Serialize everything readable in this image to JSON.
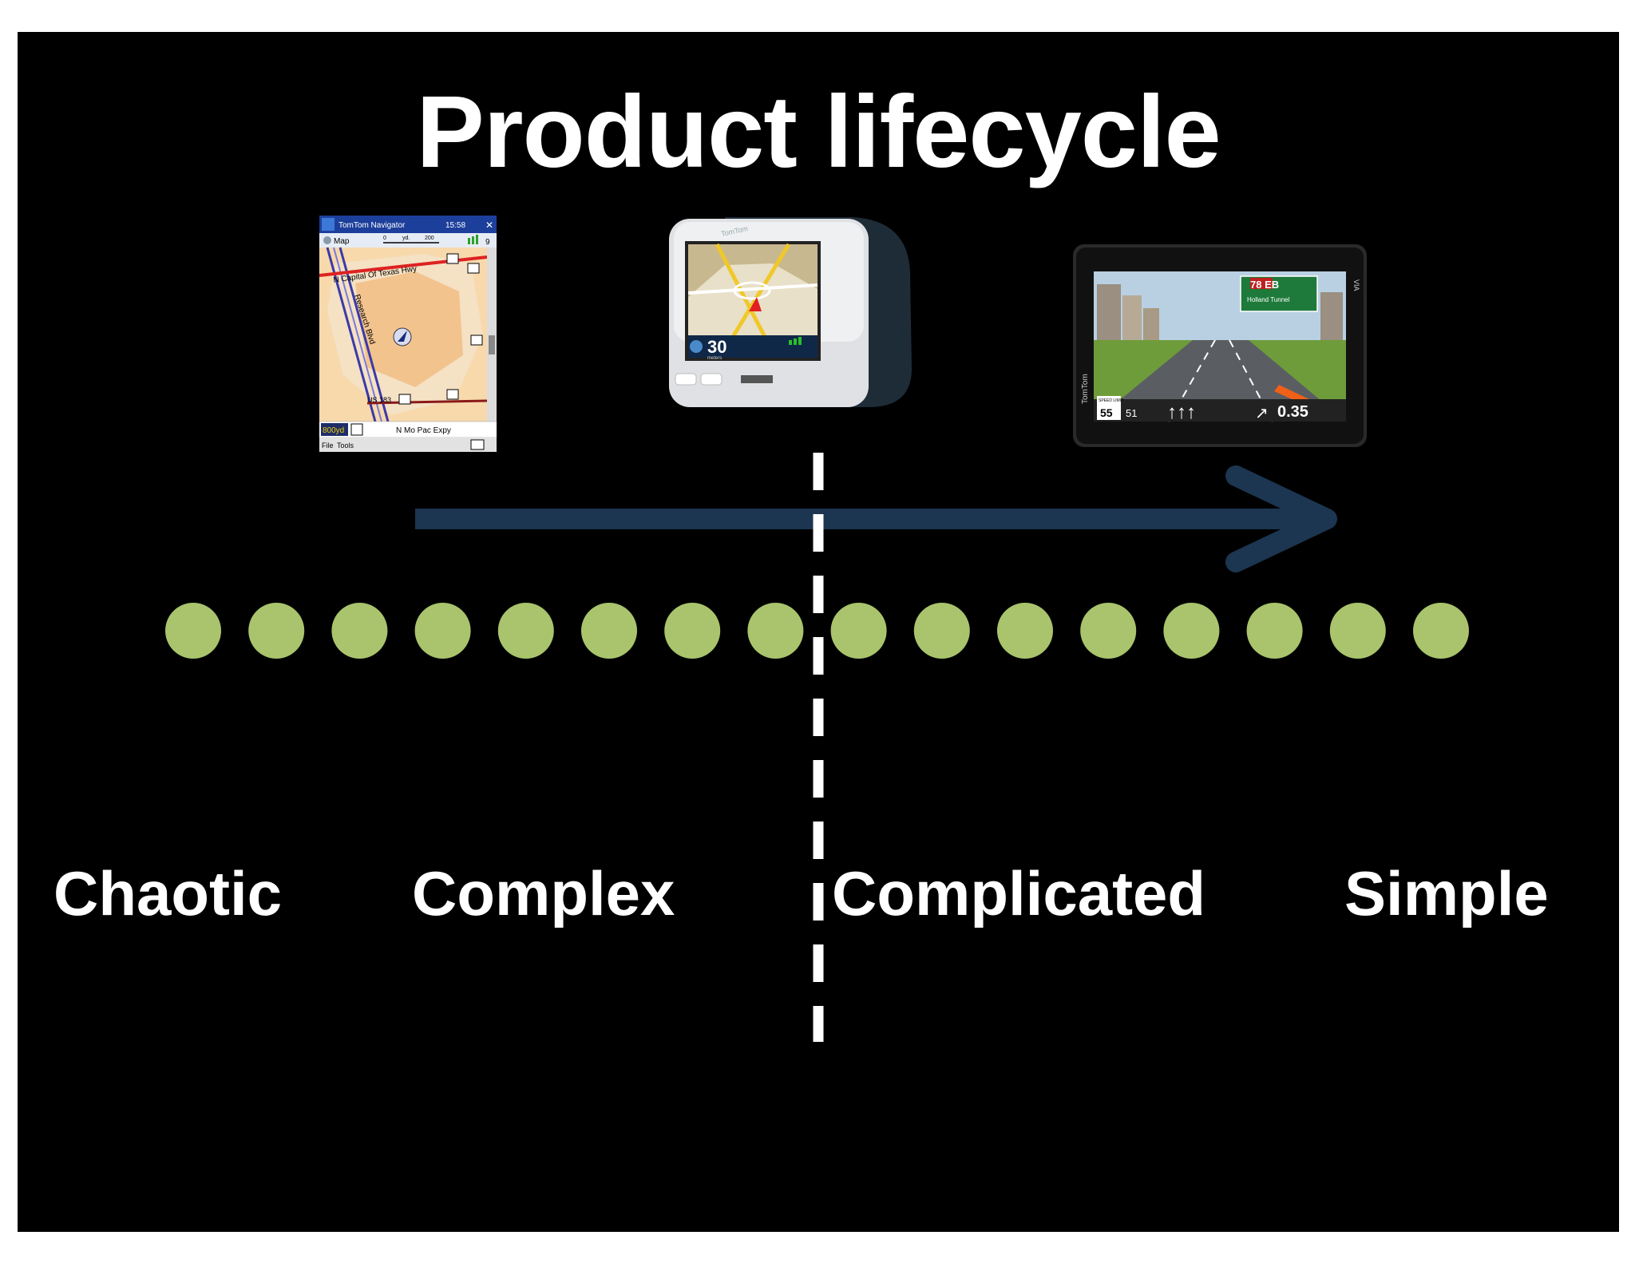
{
  "slide": {
    "title": "Product lifecycle",
    "phases": [
      "Chaotic",
      "Complex",
      "Complicated",
      "Simple"
    ],
    "dot_count": 16,
    "colors": {
      "background": "#000000",
      "text": "#ffffff",
      "dots": "#a9c46c",
      "arrow": "#1c3550",
      "divider": "#ffffff"
    }
  },
  "devices": {
    "pda": {
      "app_title": "TomTom Navigator",
      "clock": "15:58",
      "map_menu": "Map",
      "scale_labels": [
        "0",
        "yd.",
        "200"
      ],
      "signal": "9",
      "roads": [
        "N Capital Of Texas Hwy",
        "Research Blvd",
        "US 183"
      ],
      "distance": "800yd",
      "street": "N Mo Pac Expy",
      "menu": [
        "File",
        "Tools"
      ]
    },
    "go_classic": {
      "brand": "TomTom",
      "speed": "30",
      "speed_unit": "meters"
    },
    "via": {
      "brand": "TomTom",
      "model": "VIA",
      "sign_number": "78 EB",
      "sign_text": "Holland Tunnel",
      "speed_limit_label": "SPEED LIMIT",
      "speed_limit": "55",
      "current_speed": "51",
      "next_distance": "0.35"
    }
  }
}
